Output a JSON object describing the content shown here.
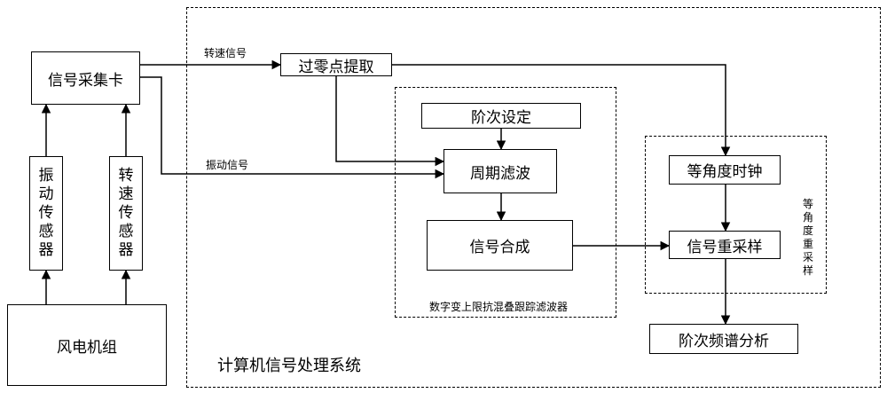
{
  "blocks": {
    "acq_card": "信号采集卡",
    "vib_sensor": [
      "振",
      "动",
      "传",
      "感",
      "器"
    ],
    "speed_sensor": [
      "转",
      "速",
      "传",
      "感",
      "器"
    ],
    "wind_turbine": "风电机组",
    "zero_cross": "过零点提取",
    "order_set": "阶次设定",
    "period_filter": "周期滤波",
    "signal_synth": "信号合成",
    "equi_clock": "等角度时钟",
    "resample": "信号重采样",
    "order_spectrum": "阶次频谱分析"
  },
  "groups": {
    "computer_system": "计算机信号处理系统",
    "tracking_filter": "数字变上限抗混叠跟踪滤波器",
    "equi_resampling": [
      "等",
      "角",
      "度",
      "重",
      "采",
      "样"
    ]
  },
  "signals": {
    "speed": "转速信号",
    "vibration": "振动信号"
  }
}
